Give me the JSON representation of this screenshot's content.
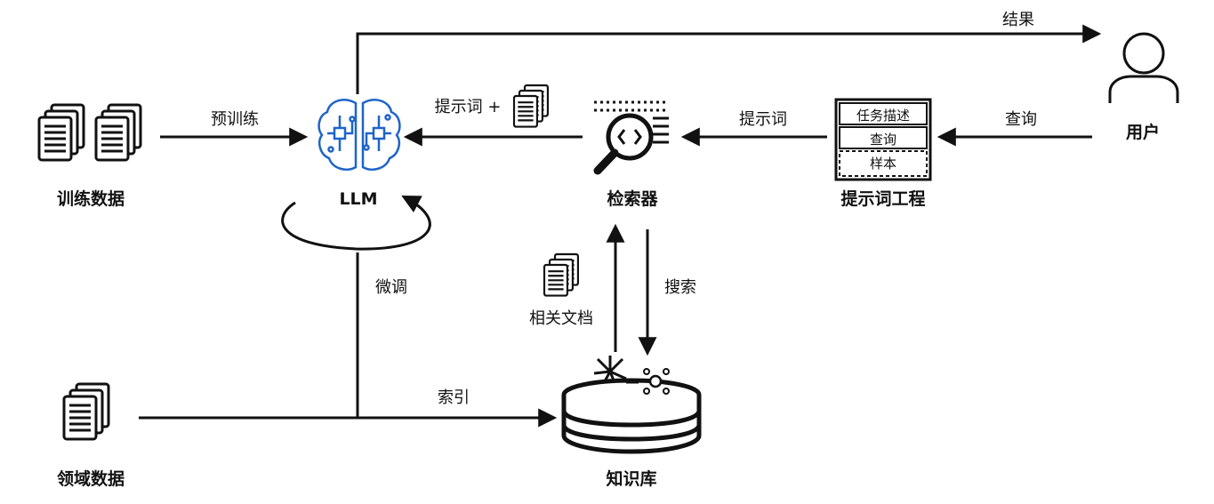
{
  "nodes": {
    "training_data": "训练数据",
    "llm": "LLM",
    "retriever": "检索器",
    "prompt_engineering": "提示词工程",
    "user": "用户",
    "domain_data": "领域数据",
    "knowledge_base": "知识库"
  },
  "prompt_card": {
    "rows": [
      "任务描述",
      "查询",
      "样本"
    ]
  },
  "edges": {
    "result": "结果",
    "pretrain": "预训练",
    "prompt_plus": "提示词 +",
    "prompt": "提示词",
    "query": "查询",
    "finetune": "微调",
    "related_docs": "相关文档",
    "search": "搜索",
    "index": "索引"
  },
  "colors": {
    "brain": "#1e64c8",
    "ink": "#111111"
  }
}
